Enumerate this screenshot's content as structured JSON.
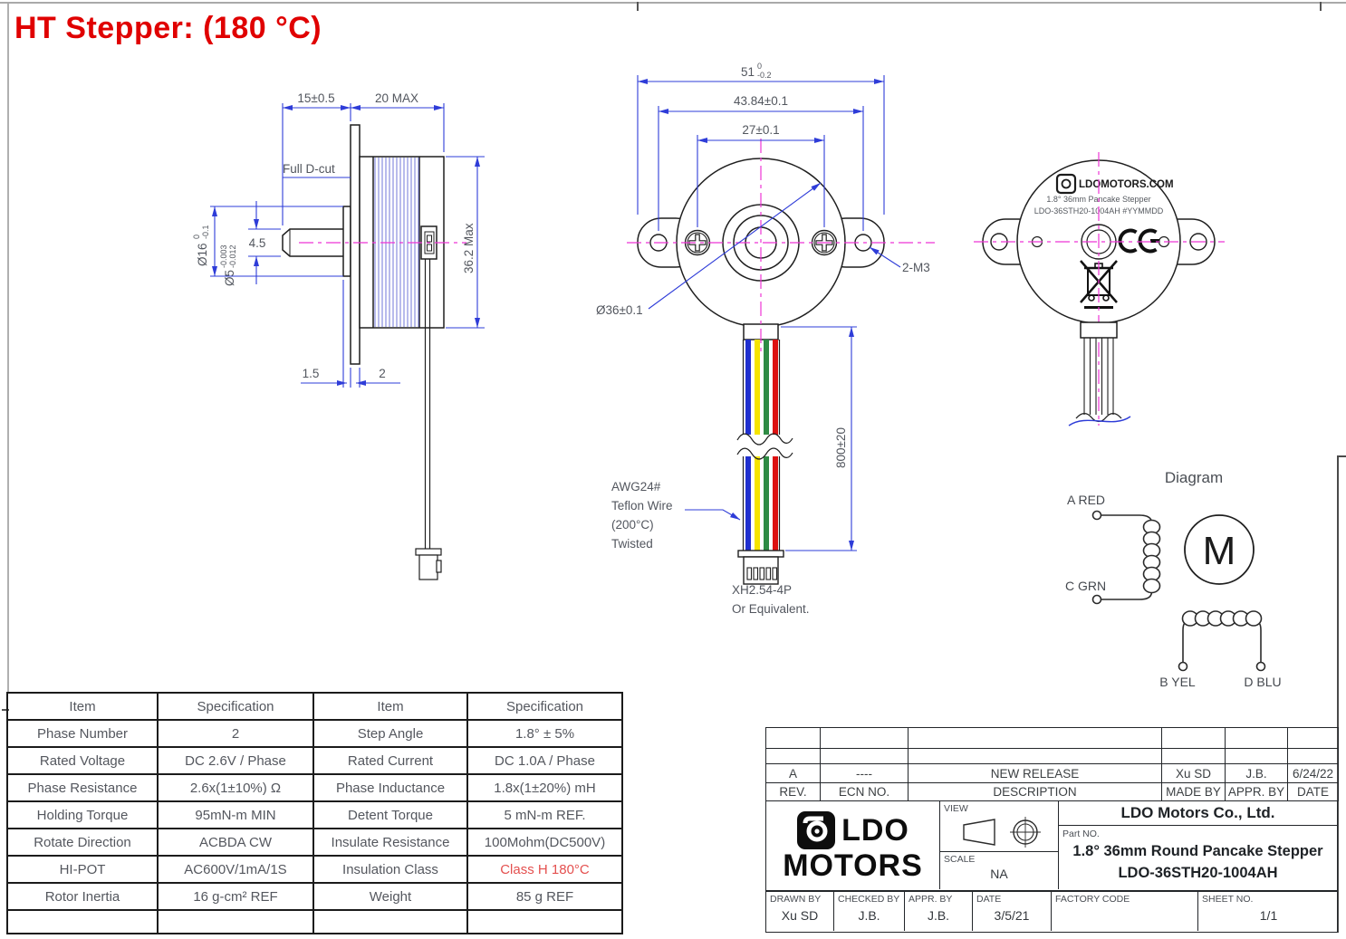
{
  "title": "HT Stepper: (180 °C)",
  "colors": {
    "accent_red": "#e00000",
    "dim_blue": "#2e3cd8",
    "centerline_magenta": "#ee35d5",
    "hatch_blue": "#7277d8",
    "wire_blue": "#2030cf",
    "wire_yellow": "#f5e400",
    "wire_green": "#2e8b44",
    "wire_red": "#dd1111",
    "spec_red": "#e4504f"
  },
  "side_view": {
    "dim_shaft_len": "15±0.5",
    "dim_depth": "20 MAX",
    "label_dcut": "Full D-cut",
    "dim_boss_dia": "Ø16",
    "boss_tol_top": "0",
    "boss_tol_bot": "-0.1",
    "dim_shaft_dia": "Ø5",
    "shaft_tol_top": "-0.003",
    "shaft_tol_bot": "-0.012",
    "dim_flat": "4.5",
    "dim_body_height": "36.2 Max",
    "dim_boss_step": "1.5",
    "dim_flange_thk": "2"
  },
  "front_view": {
    "dim_overall": "51",
    "overall_tol_top": "0",
    "overall_tol_bot": "-0.2",
    "dim_ear_span": "43.84±0.1",
    "dim_screw_span": "27±0.1",
    "dim_body_dia": "Ø36±0.1",
    "label_holes": "2-M3",
    "dim_wire_len": "800±20",
    "wire_note_1": "AWG24#",
    "wire_note_2": "Teflon Wire",
    "wire_note_3": "(200°C)",
    "wire_note_4": "Twisted",
    "connector_1": "XH2.54-4P",
    "connector_2": "Or Equivalent."
  },
  "rear_view": {
    "brand": "LDOMOTORS.COM",
    "label_line1": "1.8° 36mm Pancake Stepper",
    "label_line2": "LDO-36STH20-1004AH  #YYMMDD"
  },
  "wiring": {
    "heading": "Diagram",
    "motor": "M",
    "term_a": "A RED",
    "term_c": "C GRN",
    "term_b": "B YEL",
    "term_d": "D BLU"
  },
  "spec_table": {
    "headers": [
      "Item",
      "Specification",
      "Item",
      "Specification"
    ],
    "rows": [
      [
        "Phase Number",
        "2",
        "Step Angle",
        "1.8° ± 5%"
      ],
      [
        "Rated Voltage",
        "DC 2.6V / Phase",
        "Rated Current",
        "DC 1.0A / Phase"
      ],
      [
        "Phase Resistance",
        "2.6x(1±10%) Ω",
        "Phase Inductance",
        "1.8x(1±20%) mH"
      ],
      [
        "Holding Torque",
        "95mN-m MIN",
        "Detent Torque",
        "5 mN-m REF."
      ],
      [
        "Rotate Direction",
        "ACBDA CW",
        "Insulate Resistance",
        "100Mohm(DC500V)"
      ],
      [
        "HI-POT",
        "AC600V/1mA/1S",
        "Insulation Class",
        "Class H 180°C"
      ],
      [
        "Rotor Inertia",
        "16 g-cm² REF",
        "Weight",
        "85 g REF"
      ]
    ]
  },
  "title_block": {
    "revision": {
      "rev": "A",
      "ecn": "----",
      "description": "NEW RELEASE",
      "made_by": "Xu SD",
      "appr_by": "J.B.",
      "date": "6/24/22",
      "h_rev": "REV.",
      "h_ecn": "ECN NO.",
      "h_desc": "DESCRIPTION",
      "h_made": "MADE BY",
      "h_appr": "APPR. BY",
      "h_date": "DATE"
    },
    "logo_line1": "LDO",
    "logo_line2": "MOTORS",
    "view_label": "VIEW",
    "scale_label": "SCALE",
    "scale_value": "NA",
    "company": "LDO Motors Co., Ltd.",
    "part_no_label": "Part NO.",
    "part_name_1": "1.8° 36mm Round Pancake Stepper",
    "part_name_2": "LDO-36STH20-1004AH",
    "drawn_label": "DRAWN BY",
    "drawn": "Xu SD",
    "checked_label": "CHECKED BY",
    "checked": "J.B.",
    "appr_label": "APPR. BY",
    "appr": "J.B.",
    "date_label": "DATE",
    "date": "3/5/21",
    "factory_label": "FACTORY CODE",
    "factory": "",
    "sheet_label": "SHEET NO.",
    "sheet": "1/1"
  }
}
